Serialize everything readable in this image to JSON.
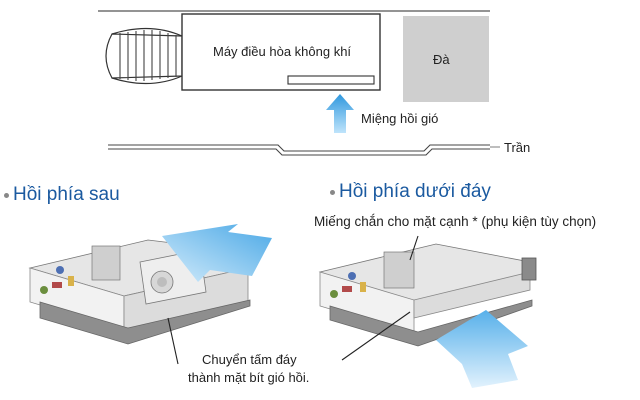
{
  "top": {
    "unit_label": "Máy điều hòa không khí",
    "beam_label": "Đà",
    "return_label": "Miệng hồi gió",
    "ceiling_label": "Trần"
  },
  "left": {
    "title": "Hồi phía sau",
    "note_line1": "Chuyển tấm đáy",
    "note_line2": "thành mặt bít gió hồi."
  },
  "right": {
    "title": "Hồi phía dưới đáy",
    "note": "Miếng chắn cho mặt cạnh * (phụ kiện tùy chọn)"
  },
  "colors": {
    "title_blue": "#1b5aa0",
    "airflow_blue": "#4aa8e6",
    "beam_gray": "#cfcfcf"
  }
}
